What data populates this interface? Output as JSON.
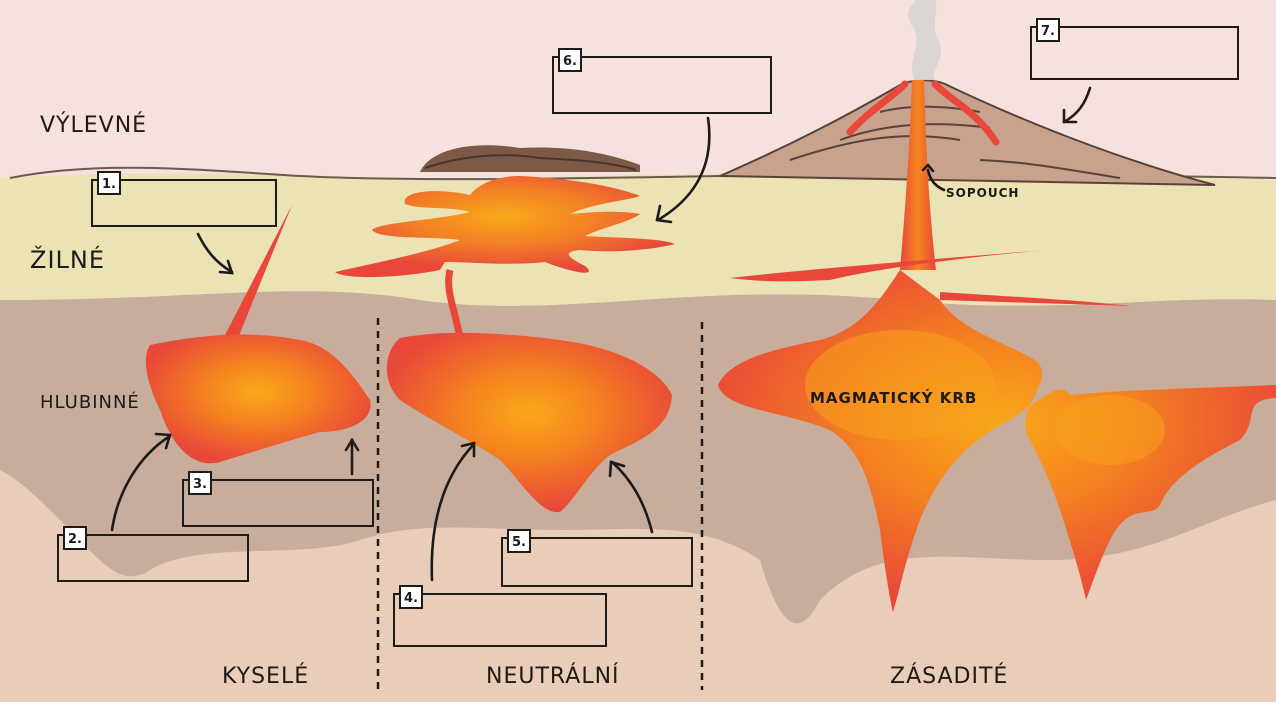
{
  "zones": {
    "extrusive": "VÝLEVNÉ",
    "dike": "ŽILNÉ",
    "plutonic": "HLUBINNÉ"
  },
  "magma_types": {
    "acidic": "KYSELÉ",
    "neutral": "NEUTRÁLNÍ",
    "basic": "ZÁSADITÉ"
  },
  "annotations": {
    "vent": "SOPOUCH",
    "magma_chamber": "MAGMATICKÝ KRB"
  },
  "answer_boxes": [
    {
      "number": "1."
    },
    {
      "number": "2."
    },
    {
      "number": "3."
    },
    {
      "number": "4."
    },
    {
      "number": "5."
    },
    {
      "number": "6."
    },
    {
      "number": "7."
    }
  ],
  "colors": {
    "sky": "#f5e1dd",
    "dike_layer": "#ebe3b4",
    "plutonic_layer": "#c9ad9c",
    "deep_layer": "#e9cdb8",
    "magma_outer": "#e8473a",
    "magma_mid": "#f07a2a",
    "magma_core": "#f9a81a",
    "volcano": "#c9a28e"
  }
}
